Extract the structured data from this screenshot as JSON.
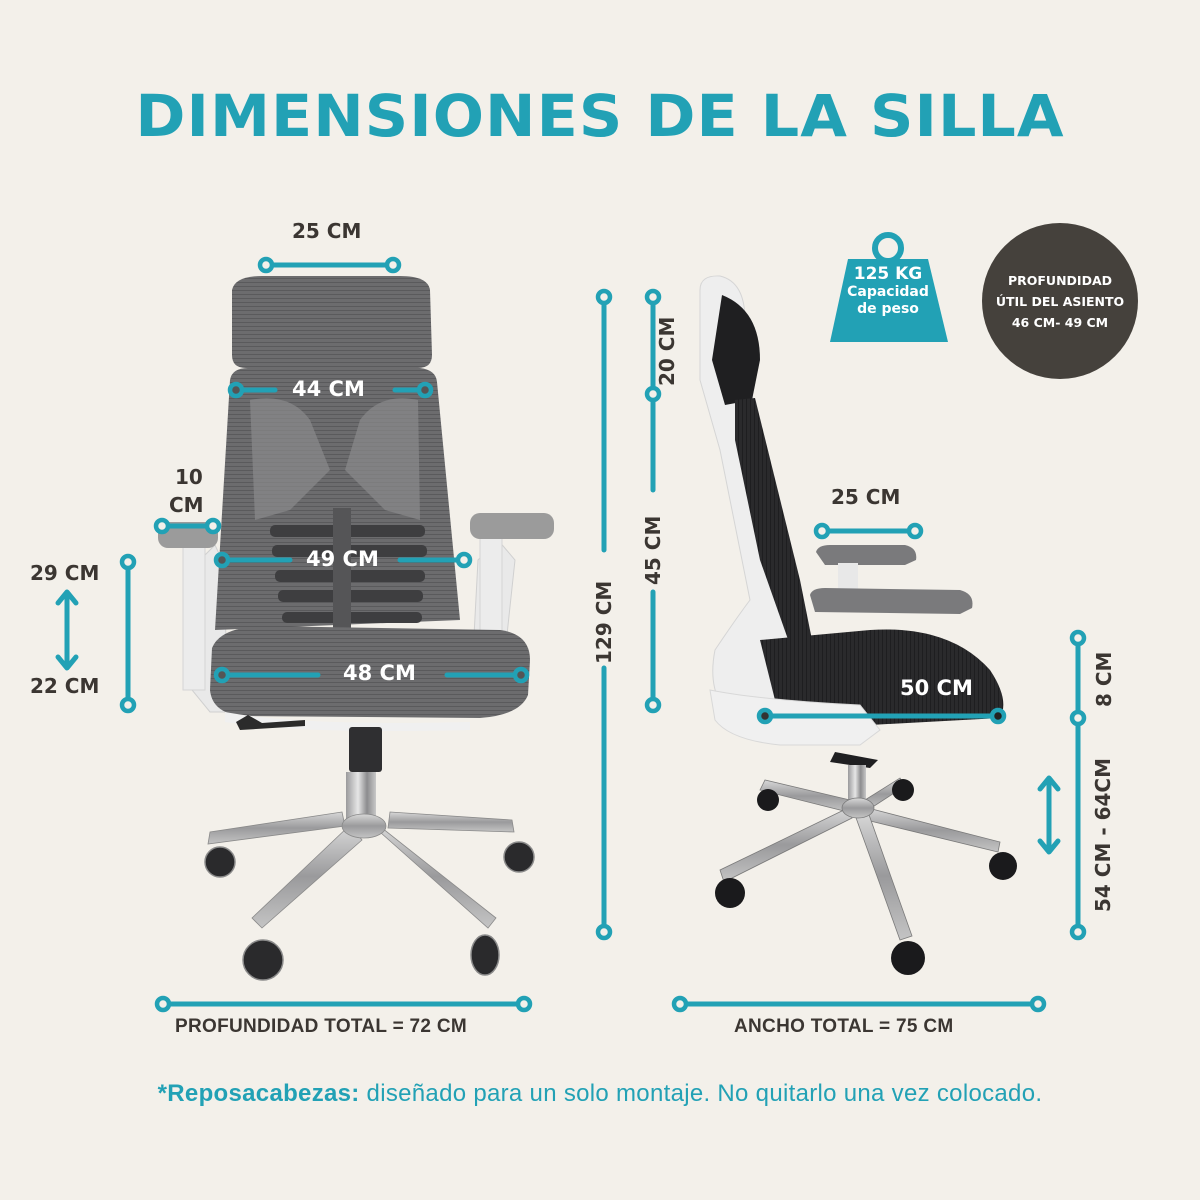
{
  "title": "DIMENSIONES DE LA SILLA",
  "colors": {
    "accent": "#22a1b5",
    "background": "#f3f0ea",
    "text_dark": "#3b3632",
    "badge_dark": "#45413c"
  },
  "front_view": {
    "headrest_width": "25 CM",
    "backrest_top_width": "44 CM",
    "backrest_lumbar_width": "49 CM",
    "seat_width": "48 CM",
    "armrest_width_value": "10",
    "armrest_width_unit": "CM",
    "armrest_height_max": "29 CM",
    "armrest_height_min": "22 CM",
    "total_depth": "PROFUNDIDAD TOTAL = 72 CM"
  },
  "side_view": {
    "total_height": "129 CM",
    "headrest_height": "20 CM",
    "backrest_height": "45 CM",
    "armrest_length": "25 CM",
    "seat_depth": "50 CM",
    "seat_thickness": "8 CM",
    "seat_height_range": "54 CM - 64CM",
    "total_width": "ANCHO TOTAL = 75 CM"
  },
  "weight_badge": {
    "icon": "weight-icon",
    "value": "125 KG",
    "label_line1": "Capacidad",
    "label_line2": "de peso"
  },
  "depth_badge": {
    "line1": "PROFUNDIDAD",
    "line2": "ÚTIL DEL ASIENTO",
    "line3": "46 CM- 49 CM"
  },
  "footnote": {
    "bold": "*Reposacabezas:",
    "text": " diseñado para un solo montaje. No quitarlo una vez colocado."
  }
}
